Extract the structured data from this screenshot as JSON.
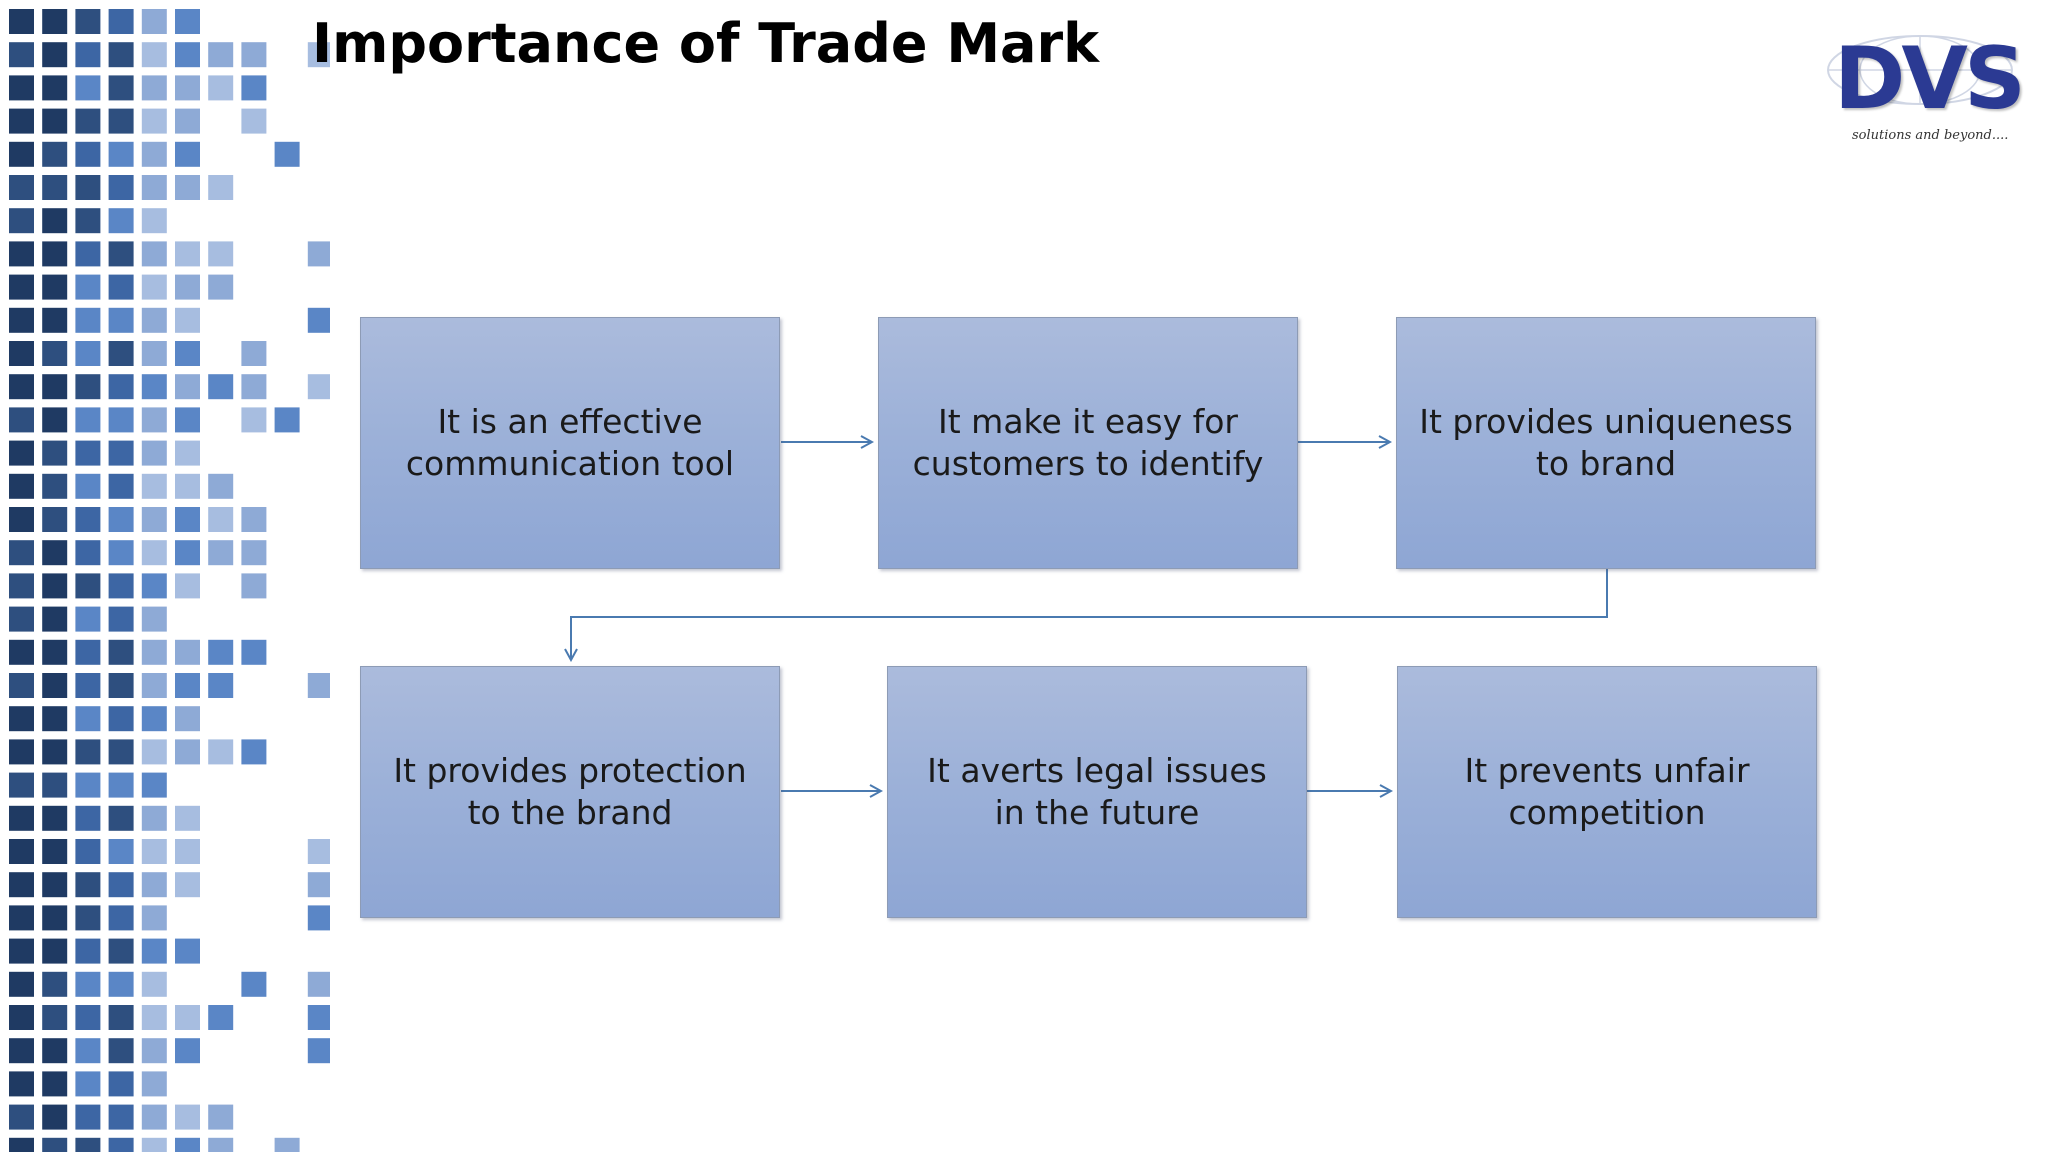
{
  "title": "Importance of Trade Mark",
  "logo": {
    "letters": "DVS",
    "tagline": "solutions and beyond....",
    "color": "#2b3a93"
  },
  "colors": {
    "box_top": "#abbbdc",
    "box_bottom": "#8ea6d4",
    "connector": "#4a7ab0",
    "mosaic": [
      "#1f3a63",
      "#2e4f7f",
      "#3d66a4",
      "#5a86c6",
      "#8eaad6",
      "#a7bde0"
    ]
  },
  "steps": [
    {
      "id": "step-1",
      "text": "It is an effective communication tool"
    },
    {
      "id": "step-2",
      "text": "It make it easy for customers to identify"
    },
    {
      "id": "step-3",
      "text": "It provides uniqueness to brand"
    },
    {
      "id": "step-4",
      "text": "It provides protection to the brand"
    },
    {
      "id": "step-5",
      "text": "It averts legal issues in the future"
    },
    {
      "id": "step-6",
      "text": "It prevents unfair competition"
    }
  ]
}
